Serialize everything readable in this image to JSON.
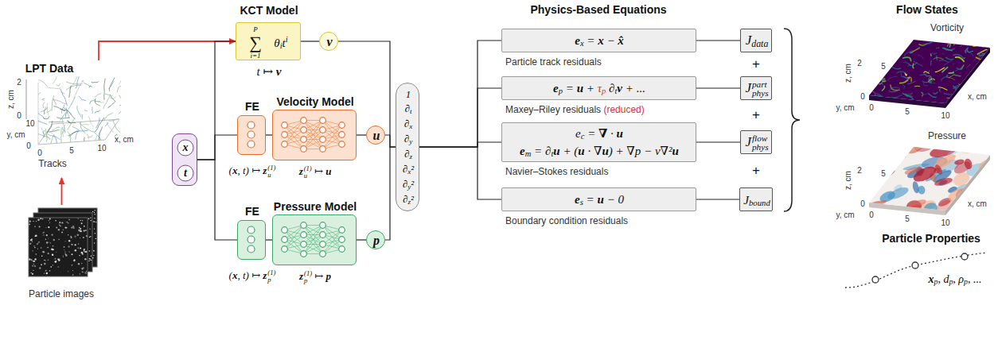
{
  "diagram": {
    "nodes": [
      {
        "text": [
          "LPT Data",
          "Tracks"
        ]
      },
      {
        "text": [
          "Particle images"
        ]
      },
      {
        "text": [
          "KCT Model",
          "P",
          "∑",
          "i=1",
          "θiti",
          "t ↦ v"
        ]
      },
      {
        "text": [
          "v"
        ]
      },
      {
        "text": [
          "x",
          "t"
        ]
      },
      {
        "text": [
          "FE",
          "(x, t) ↦ zu(1)"
        ]
      },
      {
        "text": [
          "Velocity Model",
          "zu(1) ↦ u"
        ]
      },
      {
        "text": [
          "u"
        ]
      },
      {
        "text": [
          "FE",
          "(x, t) ↦ zp(1)"
        ]
      },
      {
        "text": [
          "Pressure Model",
          "zp(1) ↦ p"
        ]
      },
      {
        "text": [
          "p"
        ]
      },
      {
        "text": [
          "1",
          "∂t",
          "∂x",
          "∂y",
          "∂z",
          "∂x²",
          "∂y²",
          "∂z²"
        ]
      },
      {
        "text": [
          "ex = x − x̂",
          "Particle track residuals"
        ]
      },
      {
        "text": [
          "Jdata"
        ]
      },
      {
        "text": [
          "ep = u + τp ∂tv + ...",
          "Maxey–Riley residuals (reduced)"
        ]
      },
      {
        "text": [
          "Jphyspart"
        ]
      },
      {
        "text": [
          "ec = ∇ · u",
          "em = ∂tu + (u · ∇u) + ∇p − ν∇²u",
          "Navier–Stokes residuals"
        ]
      },
      {
        "text": [
          "Jphysflow"
        ]
      },
      {
        "text": [
          "es = u − 0",
          "Boundary condition residuals"
        ]
      },
      {
        "text": [
          "Jbound"
        ]
      }
    ],
    "edges": [
      {
        "from": 1,
        "to": 0,
        "arrow": "to"
      },
      {
        "from": 0,
        "to": 2,
        "arrow": "to"
      },
      {
        "from": 4,
        "to": 2,
        "arrow": "none"
      },
      {
        "from": 4,
        "to": 5,
        "arrow": "none"
      },
      {
        "from": 4,
        "to": 8,
        "arrow": "none"
      },
      {
        "from": 2,
        "to": 3,
        "arrow": "none"
      },
      {
        "from": 5,
        "to": 6,
        "arrow": "none"
      },
      {
        "from": 6,
        "to": 7,
        "arrow": "none"
      },
      {
        "from": 8,
        "to": 9,
        "arrow": "none"
      },
      {
        "from": 9,
        "to": 10,
        "arrow": "none"
      },
      {
        "from": 3,
        "to": 11,
        "arrow": "none"
      },
      {
        "from": 7,
        "to": 11,
        "arrow": "none"
      },
      {
        "from": 10,
        "to": 11,
        "arrow": "none"
      },
      {
        "from": 11,
        "to": 12,
        "arrow": "none"
      },
      {
        "from": 11,
        "to": 14,
        "arrow": "none"
      },
      {
        "from": 11,
        "to": 16,
        "arrow": "none"
      },
      {
        "from": 11,
        "to": 18,
        "arrow": "none"
      },
      {
        "from": 12,
        "to": 13,
        "arrow": "none"
      },
      {
        "from": 14,
        "to": 15,
        "arrow": "none"
      },
      {
        "from": 16,
        "to": 17,
        "arrow": "none"
      },
      {
        "from": 18,
        "to": 19,
        "arrow": "none"
      }
    ],
    "labels": [
      "Physics-Based Equations",
      "+",
      "+",
      "+",
      "Flow States",
      "Vorticity",
      "Pressure",
      "Particle Properties",
      "xp, dp, ρp, ...",
      "z, cm",
      "2",
      "0",
      "y, cm",
      "10",
      "0",
      "0",
      "5",
      "10",
      "x, cm",
      "z, cm",
      "2",
      "y, cm",
      "5",
      "0",
      "0",
      "5",
      "10",
      "x, cm",
      "z, cm",
      "2",
      "y, cm",
      "5",
      "0",
      "0",
      "5",
      "10",
      "x, cm"
    ]
  }
}
